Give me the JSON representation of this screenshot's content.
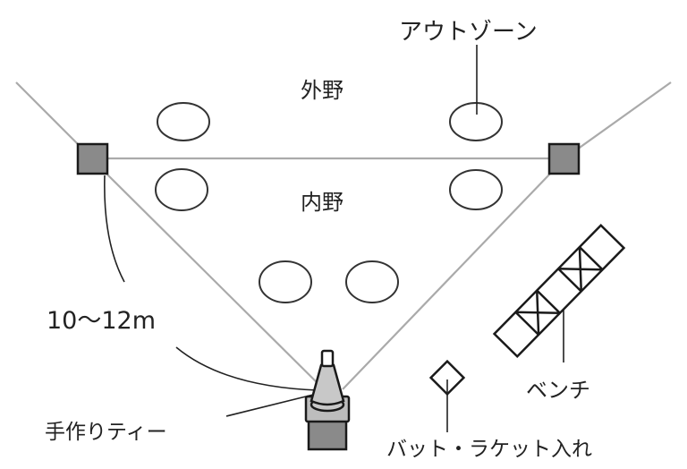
{
  "labels": {
    "outfield": "外野",
    "infield": "内野",
    "out_zone": "アウトゾーン",
    "distance": "10～12m",
    "handmade_tee": "手作りティー",
    "bench": "ベンチ",
    "bat_racket_holder": "バット・ラケット入れ"
  },
  "colors": {
    "field_line": "#aaaaaa",
    "base_fill": "#8a8a8a",
    "cone_fill": "#c8c8c8",
    "stroke": "#1a1a1a"
  }
}
